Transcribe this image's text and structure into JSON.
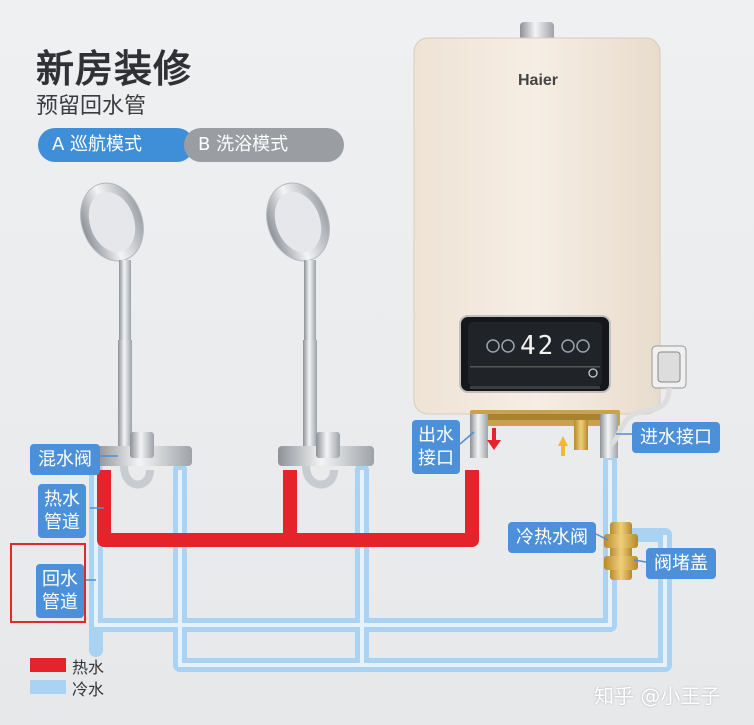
{
  "heading": {
    "title": "新房装修",
    "subtitle": "预留回水管"
  },
  "modes": [
    {
      "label": "A 巡航模式",
      "active": true
    },
    {
      "label": "B 洗浴模式",
      "active": false
    }
  ],
  "heater": {
    "brand": "Haier",
    "display_value": "42"
  },
  "callouts": {
    "mixing_valve": "混水阀",
    "hot_pipe": [
      "热水",
      "管道"
    ],
    "return_pipe": [
      "回水",
      "管道"
    ],
    "outlet": [
      "出水",
      "接口"
    ],
    "inlet": "进水接口",
    "hot_cold_valve": "冷热水阀",
    "plug_cap": "阀堵盖"
  },
  "legend": [
    {
      "label": "热水",
      "color": "#e5232a"
    },
    {
      "label": "冷水",
      "color": "#a9d2f3"
    }
  ],
  "watermark": "知乎 @小王子",
  "colors": {
    "accent": "#4b90d8",
    "hot": "#e5232a",
    "cold": "#a9d2f3"
  }
}
